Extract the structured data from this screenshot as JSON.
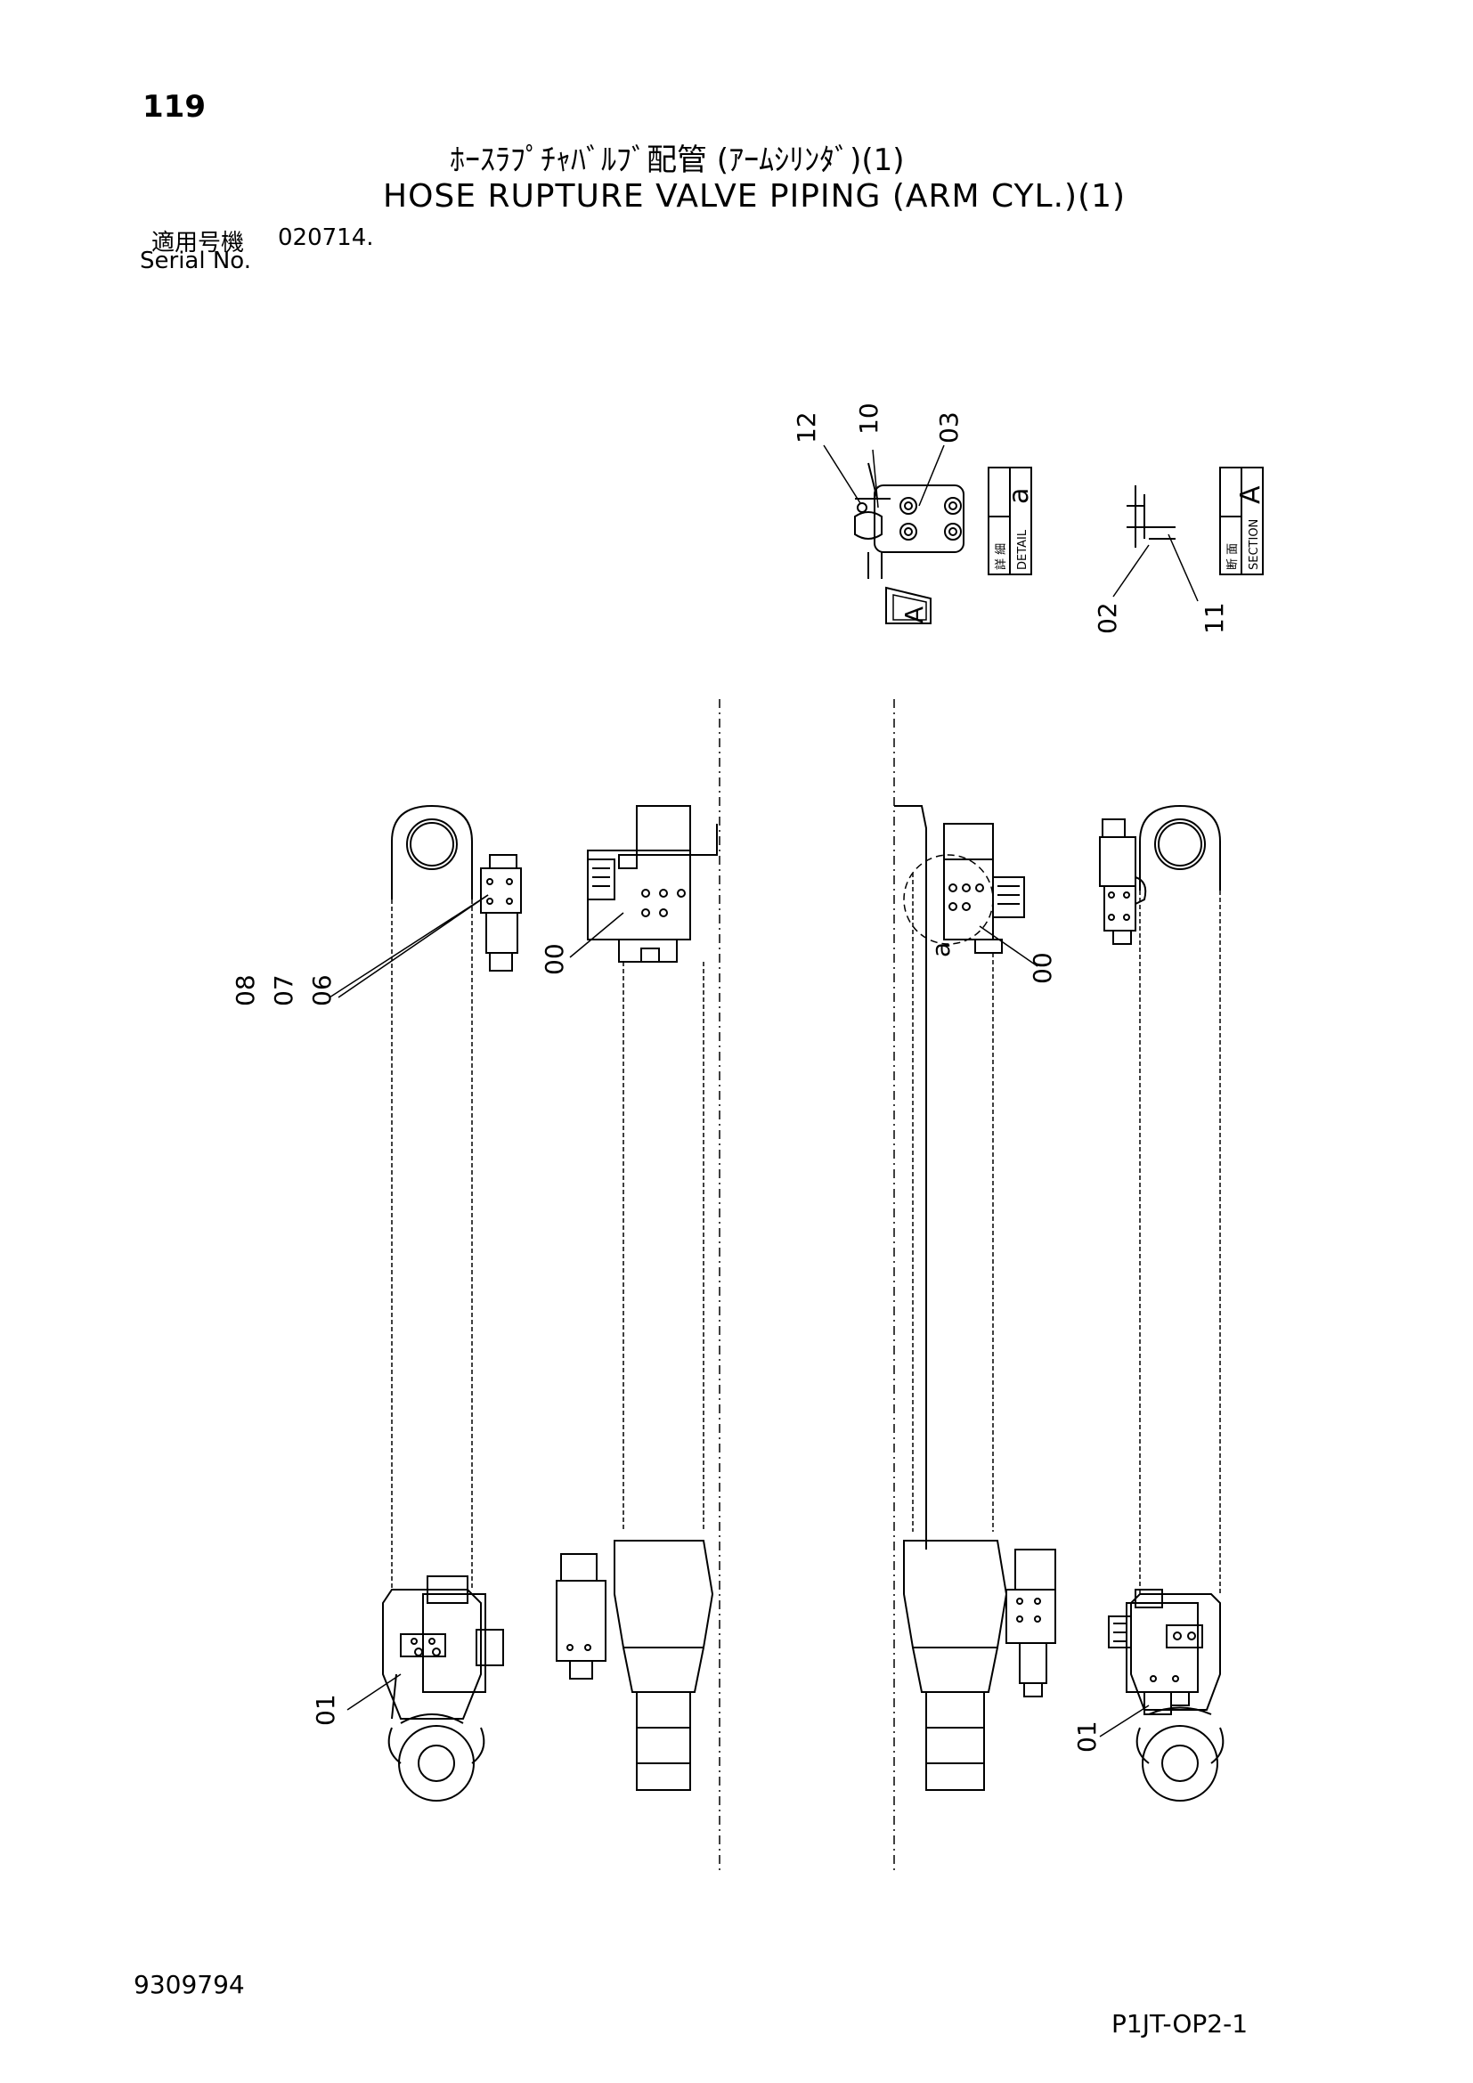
{
  "header": {
    "page_number": "119",
    "title_jp": "ﾎｰｽﾗﾌﾟﾁｬﾊﾞﾙﾌﾞ配管 (ｱｰﾑｼﾘﾝﾀﾞ)(1)",
    "title_en": "HOSE RUPTURE VALVE PIPING (ARM CYL.)(1)",
    "serial_label_jp": "適用号機",
    "serial_value": "020714.",
    "serial_label_en": "Serial No."
  },
  "footer": {
    "part_number": "9309794",
    "figure_code": "P1JT-OP2-1"
  },
  "detail_box": {
    "letter": "a",
    "label_jp": "詳 細",
    "label_en": "DETAIL"
  },
  "section_box": {
    "letter": "A",
    "label_jp": "断 面",
    "label_en": "SECTION"
  },
  "view_marker": "A",
  "detail_circle_label": "a",
  "callouts": {
    "detail": [
      "12",
      "10",
      "03"
    ],
    "section": [
      "02",
      "11"
    ],
    "left_stack": [
      "08",
      "07",
      "06"
    ],
    "left_valve": "00",
    "left_bottom": "01",
    "right_valve": "00",
    "right_bottom": "01"
  }
}
